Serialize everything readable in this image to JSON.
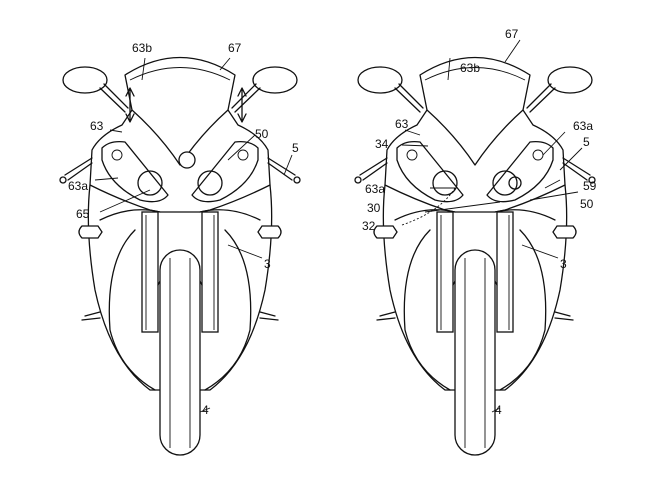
{
  "figure_left": {
    "labels": {
      "l63b": "63b",
      "l67": "67",
      "l63": "63",
      "l50": "50",
      "l5": "5",
      "l63a": "63a",
      "l65": "65",
      "l3": "3",
      "l4": "4"
    }
  },
  "figure_right": {
    "labels": {
      "l63b": "63b",
      "l67": "67",
      "l34": "34",
      "l63": "63",
      "l63a_top": "63a",
      "l5": "5",
      "l63a": "63a",
      "l59": "59",
      "l30": "30",
      "l50": "50",
      "l32": "32",
      "l3": "3",
      "l4": "4"
    }
  }
}
